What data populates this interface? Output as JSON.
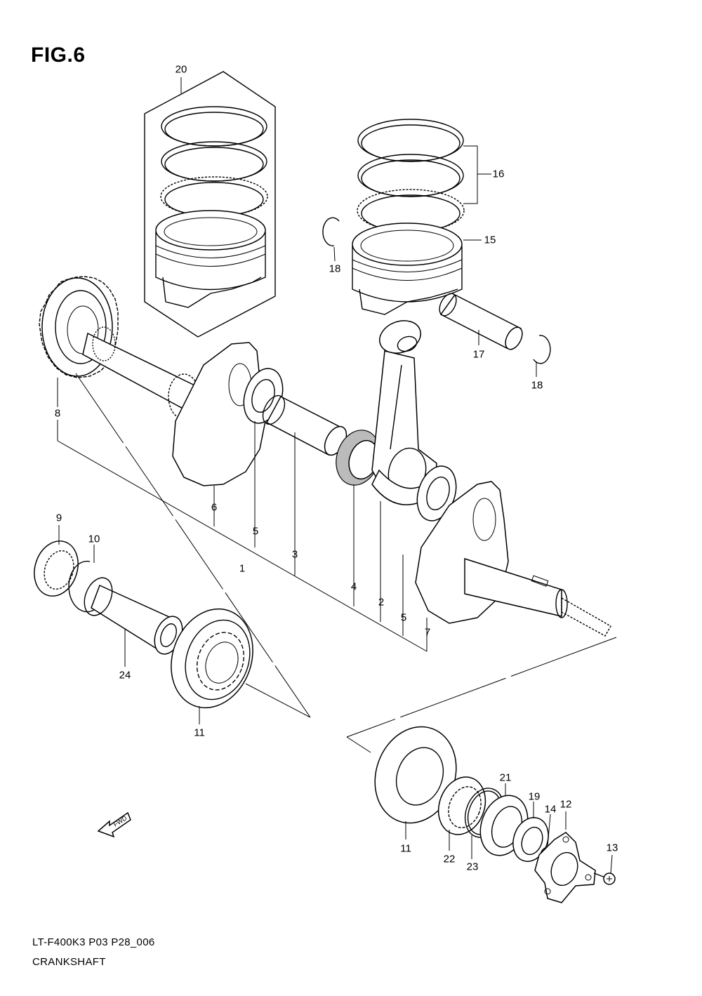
{
  "figure": {
    "title": "FIG.6",
    "model_code": "LT-F400K3 P03 P28_006",
    "name": "CRANKSHAFT"
  },
  "fwd_label": "FWD",
  "callouts": [
    {
      "key": "c20",
      "label": "20"
    },
    {
      "key": "c16",
      "label": "16"
    },
    {
      "key": "c15",
      "label": "15"
    },
    {
      "key": "c18a",
      "label": "18"
    },
    {
      "key": "c17",
      "label": "17"
    },
    {
      "key": "c18b",
      "label": "18"
    },
    {
      "key": "c8",
      "label": "8"
    },
    {
      "key": "c6",
      "label": "6"
    },
    {
      "key": "c5a",
      "label": "5"
    },
    {
      "key": "c1",
      "label": "1"
    },
    {
      "key": "c3",
      "label": "3"
    },
    {
      "key": "c4",
      "label": "4"
    },
    {
      "key": "c2",
      "label": "2"
    },
    {
      "key": "c5b",
      "label": "5"
    },
    {
      "key": "c7",
      "label": "7"
    },
    {
      "key": "c9",
      "label": "9"
    },
    {
      "key": "c10",
      "label": "10"
    },
    {
      "key": "c24",
      "label": "24"
    },
    {
      "key": "c11a",
      "label": "11"
    },
    {
      "key": "c21",
      "label": "21"
    },
    {
      "key": "c19",
      "label": "19"
    },
    {
      "key": "c14",
      "label": "14"
    },
    {
      "key": "c12",
      "label": "12"
    },
    {
      "key": "c13",
      "label": "13"
    },
    {
      "key": "c11b",
      "label": "11"
    },
    {
      "key": "c22",
      "label": "22"
    },
    {
      "key": "c23",
      "label": "23"
    }
  ]
}
